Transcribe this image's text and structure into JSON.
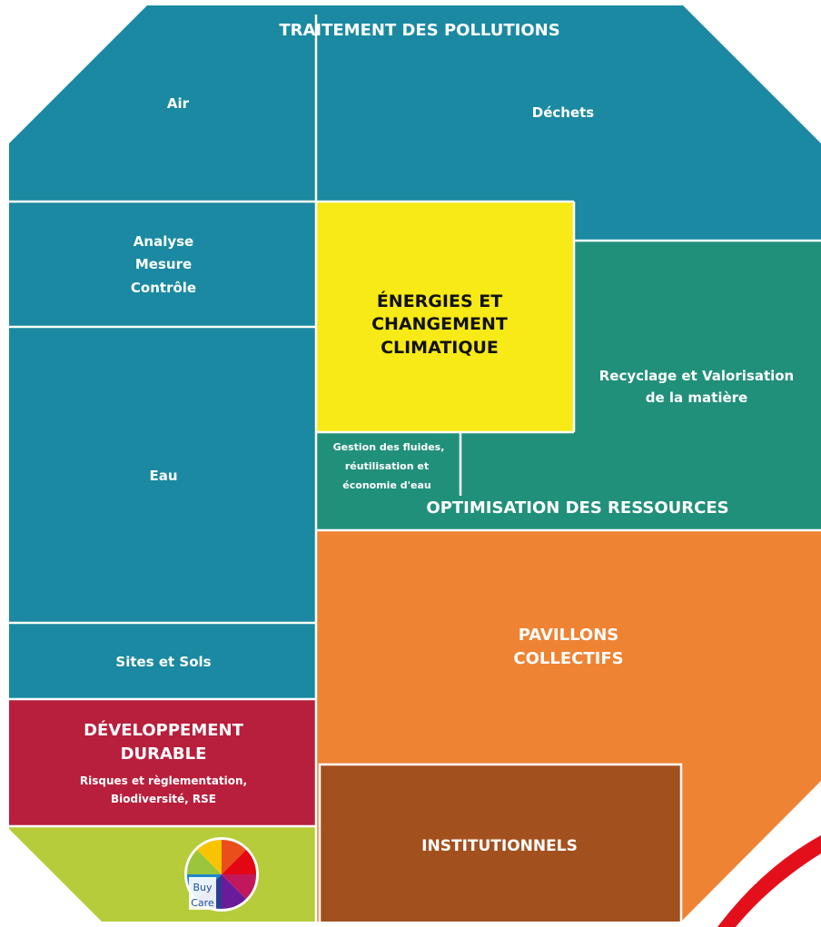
{
  "colors": {
    "teal": "#1a89a1",
    "green": "#21907a",
    "yellow": "#f7ea16",
    "orange": "#ee8333",
    "brown": "#a3501f",
    "crimson": "#b81f3d",
    "lime": "#b6cc3a",
    "red_arc": "#e3101c",
    "divider": "#ffffff"
  },
  "diagram": {
    "header_title": "TRAITEMENT DES POLLUTIONS",
    "air": "Air",
    "dechets": "Déchets",
    "analyse": {
      "line1": "Analyse",
      "line2": "Mesure",
      "line3": "Contrôle"
    },
    "eau": "Eau",
    "sites_sols": "Sites et Sols",
    "energies": {
      "line1": "ÉNERGIES ET",
      "line2": "CHANGEMENT",
      "line3": "CLIMATIQUE"
    },
    "recyclage": {
      "line1": "Recyclage et Valorisation",
      "line2": "de la matière"
    },
    "gestion": {
      "line1": "Gestion des fluides,",
      "line2": "réutilisation et",
      "line3": "économie d'eau"
    },
    "optimisation": "OPTIMISATION DES RESSOURCES",
    "pavillons": {
      "line1": "PAVILLONS",
      "line2": "COLLECTIFS"
    },
    "developpement": {
      "line1": "DÉVELOPPEMENT",
      "line2": "DURABLE",
      "line3": "Risques et règlementation,",
      "line4": "Biodiversité, RSE"
    },
    "institutionnels": "INSTITUTIONNELS",
    "logo": {
      "word1": "Buy",
      "word2": "Care"
    }
  }
}
